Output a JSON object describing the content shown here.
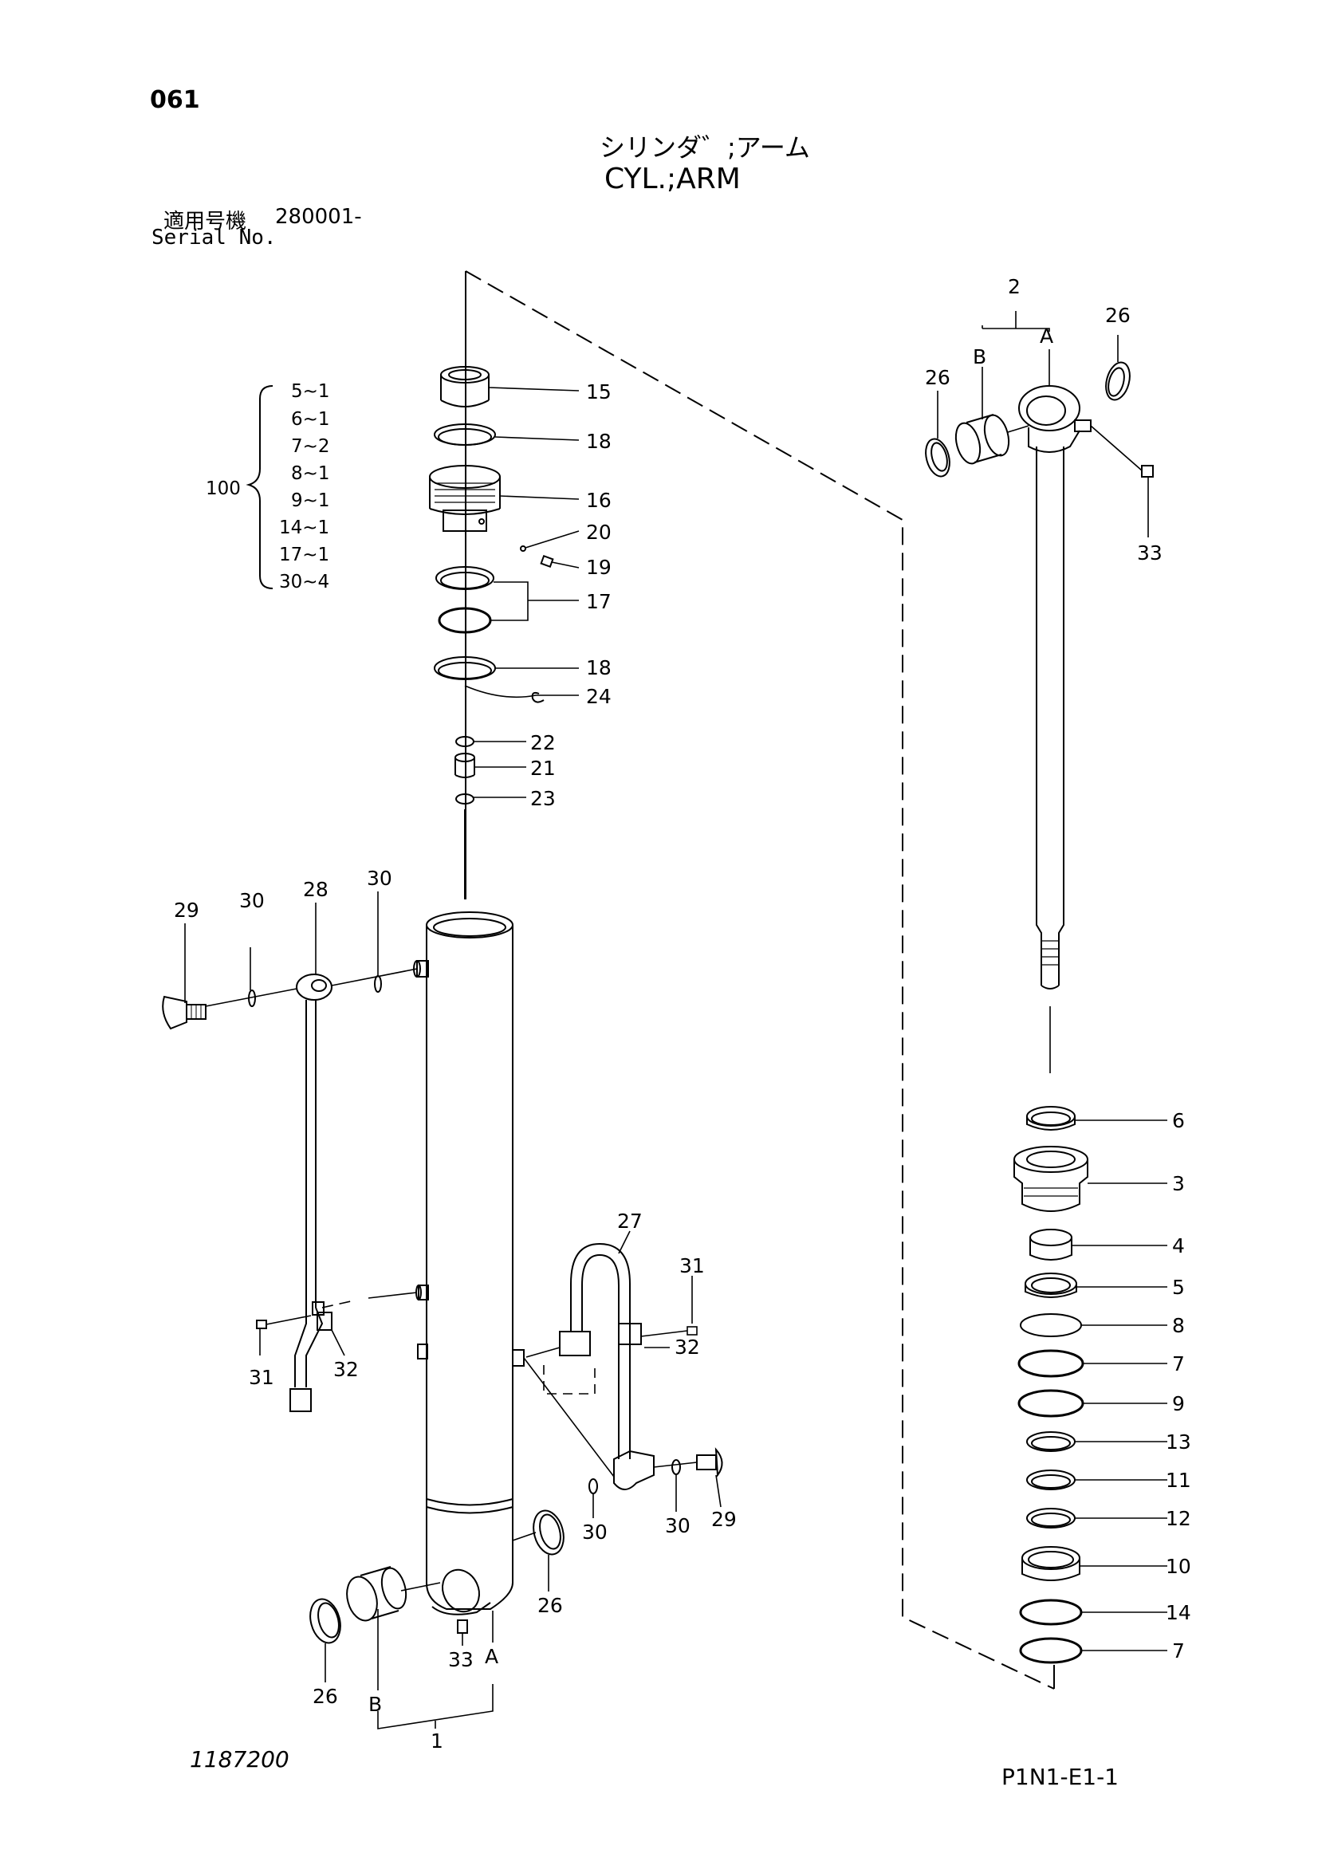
{
  "header": {
    "page_number": "061",
    "title_jp": "シリンダ゛;アーム",
    "title_en": "CYL.;ARM",
    "serial_label_jp": "適用号機",
    "serial_label_en": "Serial No.",
    "serial_value": "280001-"
  },
  "footer": {
    "drawing_number": "1187200",
    "page_code": "P1N1-E1-1"
  },
  "kit": {
    "number": "100",
    "items": [
      "5~1",
      "6~1",
      "7~2",
      "8~1",
      "9~1",
      "14~1",
      "17~1",
      "30~4"
    ]
  },
  "callouts": {
    "head": [
      "15",
      "18",
      "16",
      "20",
      "19",
      "17",
      "18",
      "24",
      "22",
      "21",
      "23"
    ],
    "tube": [
      "29",
      "30",
      "28",
      "30",
      "31",
      "32",
      "27",
      "31",
      "32",
      "30",
      "30",
      "29",
      "26",
      "26",
      "B",
      "33",
      "A",
      "1"
    ],
    "rod": [
      "2",
      "A",
      "B",
      "26",
      "26",
      "33"
    ],
    "packing": [
      "6",
      "3",
      "4",
      "5",
      "8",
      "7",
      "9",
      "13",
      "11",
      "12",
      "10",
      "14",
      "7"
    ]
  }
}
